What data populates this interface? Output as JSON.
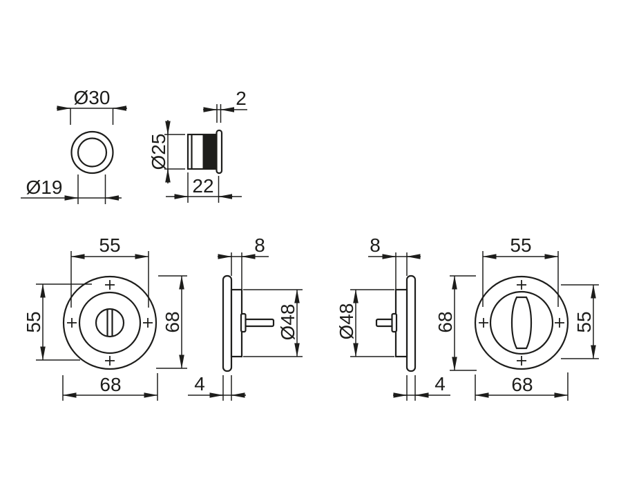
{
  "colors": {
    "background": "#ffffff",
    "ink": "#1d1d1b"
  },
  "views": {
    "bush_front": {
      "dims": {
        "outer_diameter": "Ø30",
        "inner_diameter": "Ø19"
      }
    },
    "bush_side": {
      "dims": {
        "flange_thickness": "2",
        "body_diameter": "Ø25",
        "length": "22"
      }
    },
    "release_front": {
      "dims": {
        "fixing_centres_h": "55",
        "fixing_centres_v": "55",
        "outer_diameter_v": "68",
        "outer_diameter_h": "68"
      }
    },
    "release_side": {
      "dims": {
        "projection": "8",
        "body_diameter": "Ø48",
        "flange_thickness": "4"
      }
    },
    "thumbturn_side": {
      "dims": {
        "projection": "8",
        "body_diameter": "Ø48",
        "flange_thickness": "4"
      }
    },
    "thumbturn_front": {
      "dims": {
        "fixing_centres_h": "55",
        "outer_diameter_v": "68",
        "fixing_centres_v": "55",
        "outer_diameter_h": "68"
      }
    }
  }
}
